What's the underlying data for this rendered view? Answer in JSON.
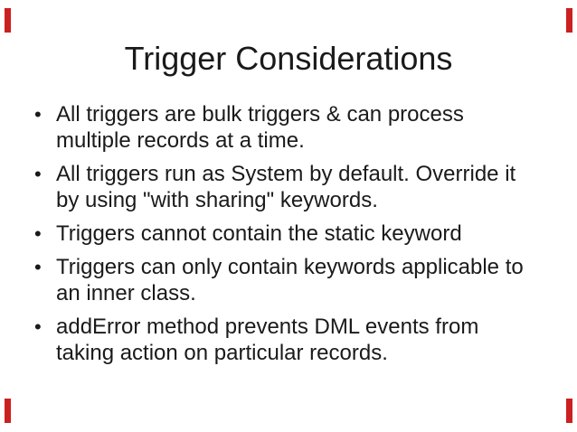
{
  "slide": {
    "title": "Trigger Considerations",
    "bullet_glyph": "•",
    "bullets": [
      {
        "text": "All triggers are bulk triggers & can process multiple records at a time.",
        "lines": [
          "All triggers are bulk triggers & can process",
          "multiple records at a time."
        ]
      },
      {
        "text": "All triggers run as System by default. Override it by using \"with sharing\" keywords.",
        "lines": [
          "All triggers run as System by default. Override it",
          "by using \"with sharing\" keywords."
        ]
      },
      {
        "text": "Triggers cannot contain the static keyword",
        "lines": [
          "Triggers cannot contain the static keyword",
          ""
        ]
      },
      {
        "text": "Triggers can only contain keywords applicable to an inner class.",
        "lines": [
          "Triggers can only contain keywords applicable to",
          "an inner class."
        ]
      },
      {
        "text": "addError method prevents DML events from taking action on particular records.",
        "lines": [
          "addError method prevents DML events from",
          "taking action on particular records."
        ]
      }
    ],
    "colors": {
      "background": "#ffffff",
      "text": "#1a1a1a",
      "corner_marker": "#cc2020"
    }
  }
}
